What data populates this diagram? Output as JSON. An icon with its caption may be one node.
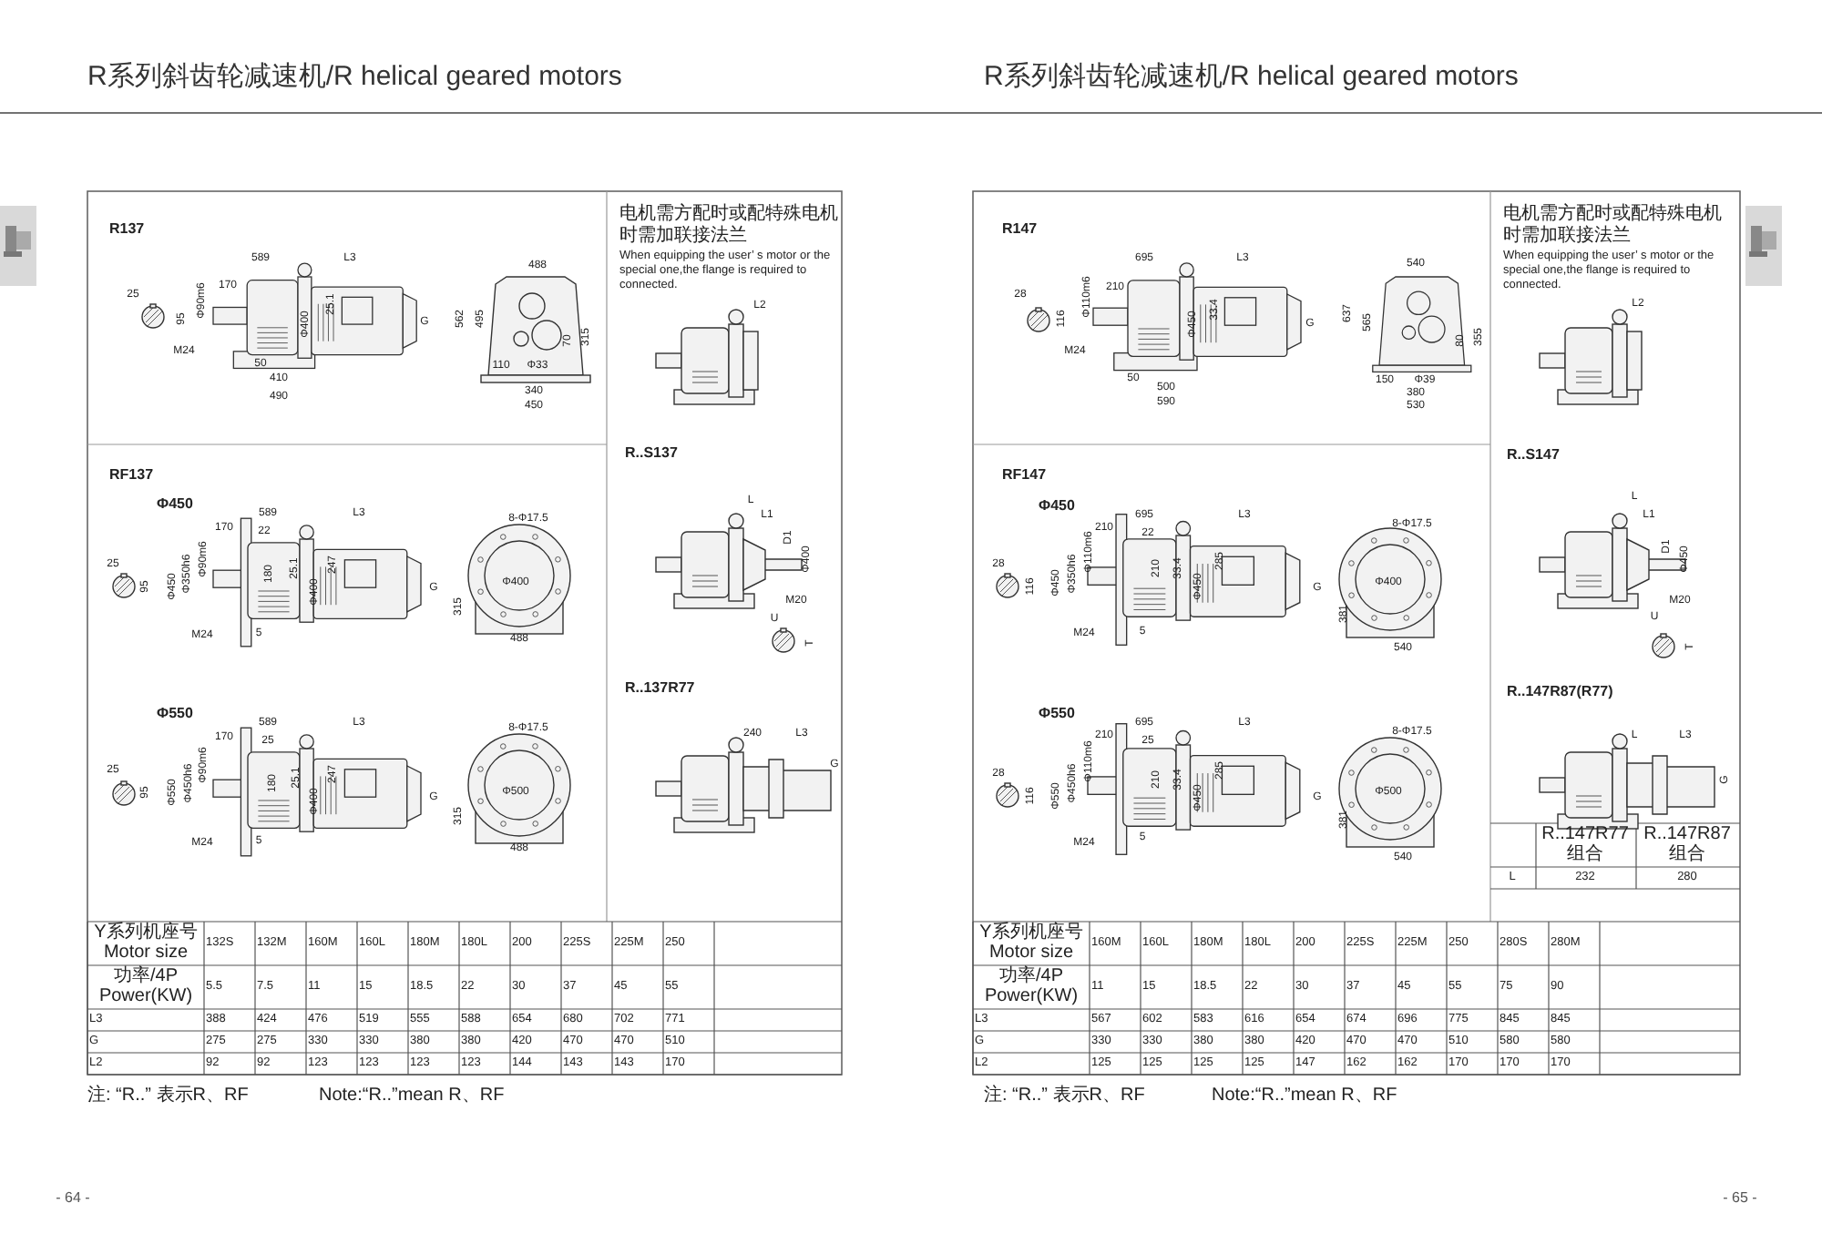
{
  "diagram": {
    "labels": [
      "R系列斜齿轮减速机/R helical geared motors",
      "R137",
      "589",
      "L3",
      "170",
      "25",
      "Φ90m6",
      "95",
      "Φ400",
      "25.1",
      "G",
      "M24",
      "50",
      "410",
      "490",
      "488",
      "562",
      "495",
      "70",
      "315",
      "110",
      "Φ33",
      "340",
      "450",
      "电机需方配时或配特殊电机时需加联接法兰",
      "When equipping the user’ s motor or the special one,the flange is required to connected.",
      "L2",
      "R..S137",
      "RF137",
      "Φ450",
      "589",
      "L3",
      "170",
      "22",
      "25",
      "Φ450",
      "Φ350h6",
      "Φ90m6",
      "95",
      "180",
      "25.1",
      "Φ400",
      "247",
      "G",
      "M24",
      "5",
      "8-Φ17.5",
      "Φ400",
      "315",
      "488",
      "L",
      "L1",
      "D1",
      "Φ400",
      "M20",
      "U",
      "T",
      "Φ550",
      "589",
      "L3",
      "170",
      "25",
      "25",
      "Φ550",
      "Φ450h6",
      "Φ90m6",
      "95",
      "180",
      "25.1",
      "Φ400",
      "247",
      "G",
      "M24",
      "5",
      "8-Φ17.5",
      "Φ500",
      "315",
      "488",
      "R..137R77",
      "240",
      "L3",
      "G",
      "Y系列机座号 Motor size",
      "132S",
      "132M",
      "160M",
      "160L",
      "180M",
      "180L",
      "200",
      "225S",
      "225M",
      "250",
      "功率/4P Power(KW)",
      "5.5",
      "7.5",
      "11",
      "15",
      "18.5",
      "22",
      "30",
      "37",
      "45",
      "55",
      "L3",
      "388",
      "424",
      "476",
      "519",
      "555",
      "588",
      "654",
      "680",
      "702",
      "771",
      "G",
      "275",
      "275",
      "330",
      "330",
      "380",
      "380",
      "420",
      "470",
      "470",
      "510",
      "L2",
      "92",
      "92",
      "123",
      "123",
      "123",
      "123",
      "144",
      "143",
      "143",
      "170",
      "注: “R..” 表示R、RF",
      "Note:“R..”mean R、RF",
      "- 64 -",
      "R系列斜齿轮减速机/R helical geared motors",
      "R147",
      "695",
      "L3",
      "210",
      "28",
      "Φ110m6",
      "116",
      "Φ450",
      "33.4",
      "G",
      "M24",
      "50",
      "500",
      "590",
      "540",
      "637",
      "565",
      "80",
      "355",
      "150",
      "Φ39",
      "380",
      "530",
      "电机需方配时或配特殊电机时需加联接法兰",
      "When equipping the user’ s motor or the special one,the flange is required to connected.",
      "L2",
      "R..S147",
      "RF147",
      "Φ450",
      "695",
      "L3",
      "210",
      "22",
      "28",
      "Φ450",
      "Φ350h6",
      "Φ110m6",
      "116",
      "210",
      "33.4",
      "Φ450",
      "285",
      "G",
      "M24",
      "5",
      "8-Φ17.5",
      "Φ400",
      "381",
      "540",
      "L",
      "L1",
      "D1",
      "Φ450",
      "M20",
      "U",
      "T",
      "Φ550",
      "695",
      "L3",
      "210",
      "25",
      "28",
      "Φ550",
      "Φ450h6",
      "Φ110m6",
      "116",
      "210",
      "33.4",
      "Φ450",
      "285",
      "G",
      "M24",
      "5",
      "8-Φ17.5",
      "Φ500",
      "381",
      "540",
      "R..147R87(R77)",
      "L",
      "L3",
      "G",
      "R..147R77组合",
      "R..147R87组合",
      "L",
      "232",
      "280",
      "Y系列机座号 Motor size",
      "160M",
      "160L",
      "180M",
      "180L",
      "200",
      "225S",
      "225M",
      "250",
      "280S",
      "280M",
      "功率/4P Power(KW)",
      "11",
      "15",
      "18.5",
      "22",
      "30",
      "37",
      "45",
      "55",
      "75",
      "90",
      "L3",
      "567",
      "602",
      "583",
      "616",
      "654",
      "674",
      "696",
      "775",
      "845",
      "845",
      "G",
      "330",
      "330",
      "380",
      "380",
      "420",
      "470",
      "470",
      "510",
      "580",
      "580",
      "L2",
      "125",
      "125",
      "125",
      "125",
      "147",
      "162",
      "162",
      "170",
      "170",
      "170",
      "注: “R..” 表示R、RF",
      "Note:“R..”mean R、RF",
      "- 65 -"
    ]
  }
}
